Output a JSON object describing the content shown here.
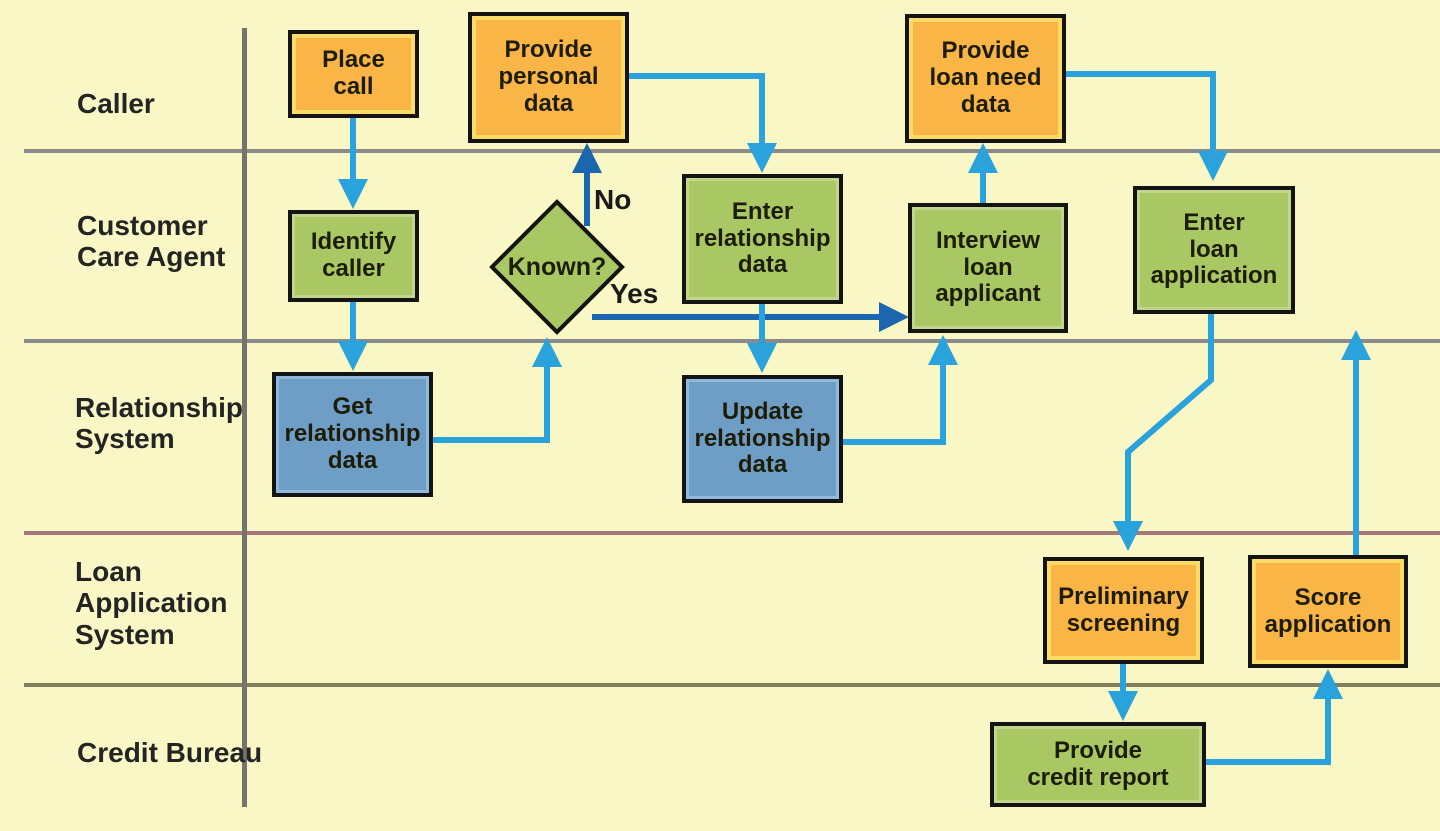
{
  "diagram": {
    "title": "Loan application call-center swimlane flowchart",
    "lanes": [
      {
        "label": "Caller"
      },
      {
        "label": "Customer\nCare Agent"
      },
      {
        "label": "Relationship\nSystem"
      },
      {
        "label": "Loan\nApplication\nSystem"
      },
      {
        "label": "Credit Bureau"
      }
    ],
    "nodes": {
      "place_call": "Place\ncall",
      "provide_personal": "Provide\npersonal\ndata",
      "provide_loan_need": "Provide\nloan need\ndata",
      "identify_caller": "Identify\ncaller",
      "known": "Known?",
      "enter_relationship": "Enter\nrelationship\ndata",
      "interview": "Interview\nloan\napplicant",
      "enter_loan_app": "Enter\nloan\napplication",
      "get_relationship": "Get\nrelationship\ndata",
      "update_relationship": "Update\nrelationship\ndata",
      "preliminary": "Preliminary\nscreening",
      "score": "Score\napplication",
      "provide_credit": "Provide\ncredit report"
    },
    "edge_labels": {
      "no": "No",
      "yes": "Yes"
    },
    "edges": [
      {
        "from": "Place call",
        "to": "Identify caller"
      },
      {
        "from": "Identify caller",
        "to": "Get relationship data"
      },
      {
        "from": "Get relationship data",
        "to": "Known?"
      },
      {
        "from": "Known?",
        "to": "Provide personal data",
        "label": "No"
      },
      {
        "from": "Known?",
        "to": "Interview loan applicant",
        "label": "Yes"
      },
      {
        "from": "Provide personal data",
        "to": "Enter relationship data"
      },
      {
        "from": "Enter relationship data",
        "to": "Update relationship data"
      },
      {
        "from": "Update relationship data",
        "to": "Interview loan applicant"
      },
      {
        "from": "Interview loan applicant",
        "to": "Provide loan need data"
      },
      {
        "from": "Provide loan need data",
        "to": "Enter loan application"
      },
      {
        "from": "Enter loan application",
        "to": "Preliminary screening"
      },
      {
        "from": "Preliminary screening",
        "to": "Provide credit report"
      },
      {
        "from": "Provide credit report",
        "to": "Score application"
      },
      {
        "from": "Score application",
        "to": "Enter loan application lane"
      }
    ],
    "colors": {
      "background": "#f8f7c5",
      "caller_task_fill": "#f9b545",
      "caller_task_highlight": "#fcdc66",
      "agent_task_fill": "#a9c863",
      "system_task_fill": "#6e9dc6",
      "arrow_light": "#2aa3dc",
      "arrow_dark": "#1b66ae",
      "lane_line": "#8a8a8a",
      "lane_line_rosy": "#a87878",
      "lane_line_olive": "#80805f",
      "border": "#141414",
      "text": "#1d1d07"
    }
  }
}
